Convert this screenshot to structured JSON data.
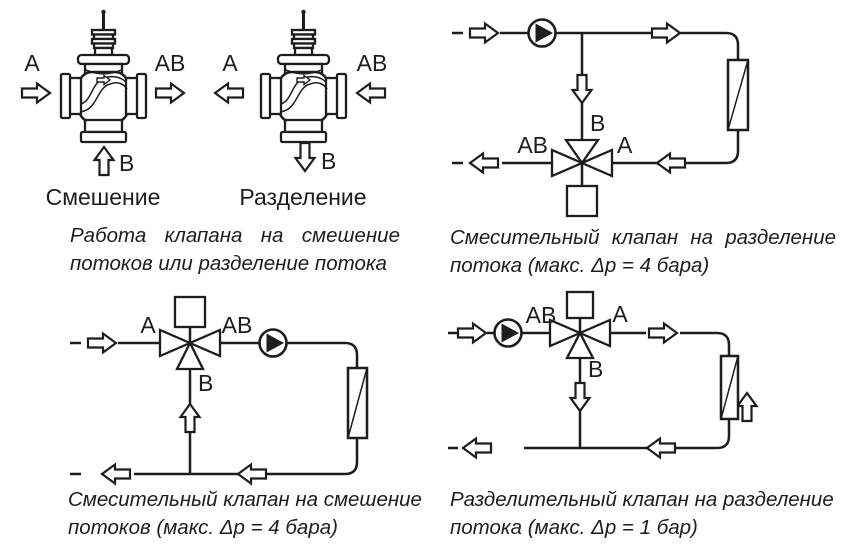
{
  "colors": {
    "background": "#ffffff",
    "line": "#1d1d1d"
  },
  "top_left": {
    "mixing_valve": {
      "port_a": "A",
      "port_ab": "AB",
      "port_b": "B",
      "mode_label": "Смешение"
    },
    "dividing_valve": {
      "port_a": "A",
      "port_ab": "AB",
      "port_b": "B",
      "mode_label": "Разделение"
    },
    "caption_line1": "Работа клапана на смешение",
    "caption_line2": "потоков или разделение потока"
  },
  "top_right": {
    "port_ab": "AB",
    "port_a": "A",
    "port_b": "B",
    "caption_line1": "Смесительный клапан на разделение",
    "caption_line2": "потока (макс. Δp = 4 бара)"
  },
  "bottom_left": {
    "port_a": "A",
    "port_ab": "AB",
    "port_b": "B",
    "caption_line1": "Смесительный клапан на смешение",
    "caption_line2": "потоков (макс. Δp = 4 бара)"
  },
  "bottom_right": {
    "port_ab": "AB",
    "port_a": "A",
    "port_b": "B",
    "caption_line1": "Разделительный клапан на разделение",
    "caption_line2": "потока (макс. Δp = 1 бар)"
  }
}
